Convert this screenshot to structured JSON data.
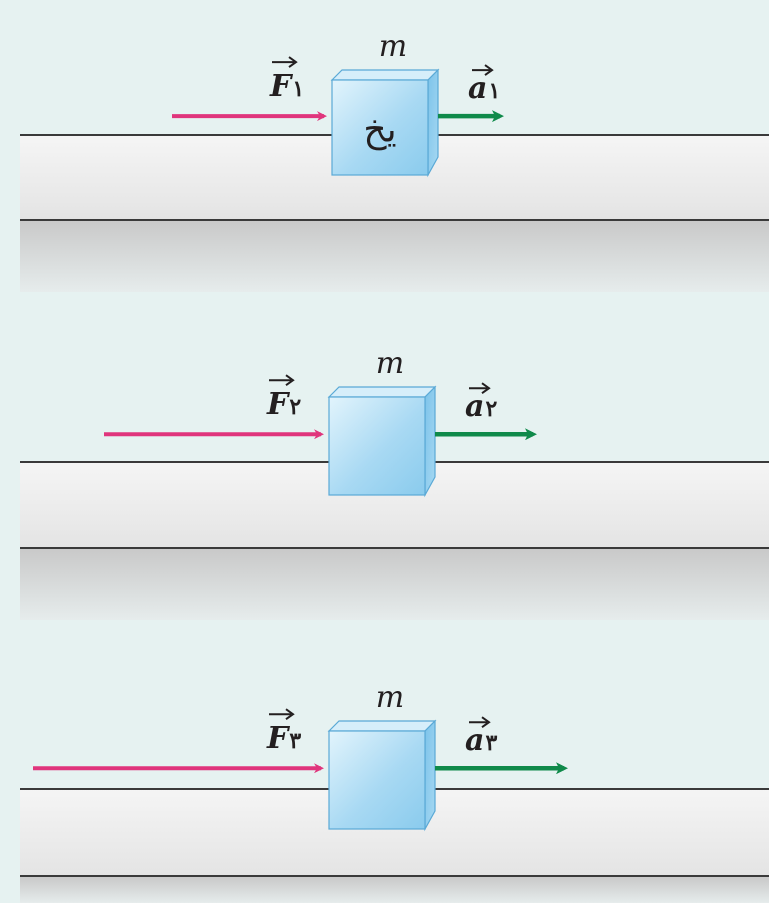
{
  "colors": {
    "background": "#e6f2f1",
    "force_arrow": "#e0357c",
    "accel_arrow": "#0f8a4a",
    "cube_front": "#a9d8f2",
    "cube_top": "#d6eefa",
    "cube_side": "#7fc4ea",
    "ground": "#eeeeee",
    "ground_shadow": "#d0d0d0",
    "line": "#3a3a3a"
  },
  "panels": [
    {
      "id": "1",
      "force_label": "F",
      "force_sub": "۱",
      "accel_label": "a",
      "accel_sub": "۱",
      "mass_label": "m",
      "cube_text": "یخ",
      "force_magnitude": 1,
      "accel_magnitude": 1
    },
    {
      "id": "2",
      "force_label": "F",
      "force_sub": "۲",
      "accel_label": "a",
      "accel_sub": "۲",
      "mass_label": "m",
      "cube_text": "",
      "force_magnitude": 2,
      "accel_magnitude": 2
    },
    {
      "id": "3",
      "force_label": "F",
      "force_sub": "۳",
      "accel_label": "a",
      "accel_sub": "۳",
      "mass_label": "m",
      "cube_text": "",
      "force_magnitude": 3,
      "accel_magnitude": 3
    }
  ]
}
